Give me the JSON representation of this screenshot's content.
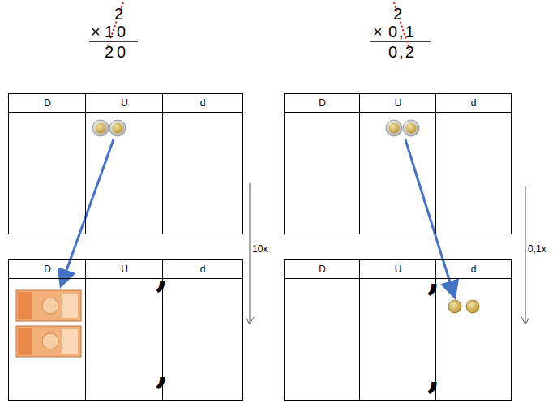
{
  "diagram": {
    "nodes": [
      {
        "text": [
          "D",
          "U",
          "d",
          ","
        ]
      },
      {
        "text": [
          "D",
          "U",
          "d",
          ","
        ]
      },
      {
        "text": [
          "D",
          "U",
          "d",
          ","
        ]
      },
      {
        "text": [
          "D",
          "U",
          "d",
          ","
        ]
      }
    ],
    "labels": [
      "2",
      "×",
      "10",
      "20",
      "2",
      "×",
      "0,1",
      "0,2",
      "10x",
      "0,1x"
    ]
  }
}
